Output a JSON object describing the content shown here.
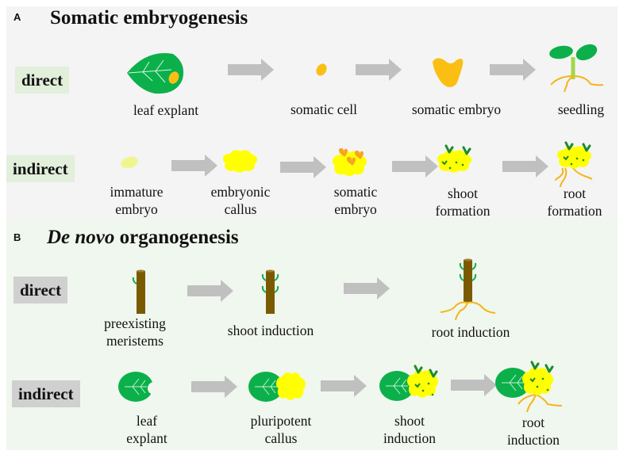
{
  "colors": {
    "panel_a_bg": "#f4f4f4",
    "panel_b_bg": "#f0f7ee",
    "leaf_green": "#0bb04b",
    "embryo_orange": "#fbbf14",
    "callus_yellow": "#ffff00",
    "stem_brown": "#7a5a00",
    "arrow_gray": "#c0c0c0",
    "root_orange": "#f5b418"
  },
  "panel_a": {
    "label": "A",
    "title": "Somatic embryogenesis",
    "direct": {
      "tag": "direct",
      "steps": [
        {
          "label": "leaf explant",
          "icon": "leaf-explant-icon"
        },
        {
          "label": "somatic cell",
          "icon": "somatic-cell-icon"
        },
        {
          "label": "somatic embryo",
          "icon": "somatic-embryo-icon"
        },
        {
          "label": "seedling",
          "icon": "seedling-icon"
        }
      ]
    },
    "indirect": {
      "tag": "indirect",
      "steps": [
        {
          "line1": "immature",
          "line2": "embryo",
          "icon": "immature-embryo-icon"
        },
        {
          "line1": "embryonic",
          "line2": "callus",
          "icon": "embryonic-callus-icon"
        },
        {
          "line1": "somatic",
          "line2": "embryo",
          "icon": "callus-embryos-icon"
        },
        {
          "line1": "shoot",
          "line2": "formation",
          "icon": "callus-shoots-icon"
        },
        {
          "line1": "root",
          "line2": "formation",
          "icon": "callus-roots-icon"
        }
      ]
    }
  },
  "panel_b": {
    "label": "B",
    "title_italic": "De novo",
    "title_rest": " organogenesis",
    "direct": {
      "tag": "direct",
      "steps": [
        {
          "line1": "preexisting",
          "line2": "meristems",
          "icon": "stem-meristem-icon"
        },
        {
          "line1": "shoot induction",
          "line2": "",
          "icon": "stem-shoots-icon"
        },
        {
          "line1": "root induction",
          "line2": "",
          "icon": "stem-roots-icon"
        }
      ]
    },
    "indirect": {
      "tag": "indirect",
      "steps": [
        {
          "line1": "leaf",
          "line2": "explant",
          "icon": "cut-leaf-icon"
        },
        {
          "line1": "pluripotent",
          "line2": "callus",
          "icon": "leaf-callus-icon"
        },
        {
          "line1": "shoot",
          "line2": "induction",
          "icon": "leaf-callus-shoots-icon"
        },
        {
          "line1": "root",
          "line2": "induction",
          "icon": "leaf-callus-roots-icon"
        }
      ]
    }
  }
}
